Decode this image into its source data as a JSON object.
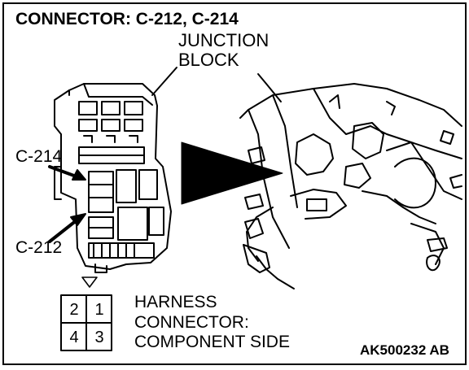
{
  "title": "CONNECTOR: C-212, C-214",
  "junction_block_label": [
    "JUNCTION",
    "BLOCK"
  ],
  "connector_labels": {
    "c214": "C-214",
    "c212": "C-212"
  },
  "harness_text": [
    "HARNESS",
    "CONNECTOR:",
    "COMPONENT SIDE"
  ],
  "pins": {
    "top_left": "2",
    "top_right": "1",
    "bottom_left": "4",
    "bottom_right": "3"
  },
  "figure_code": "AK500232 AB"
}
